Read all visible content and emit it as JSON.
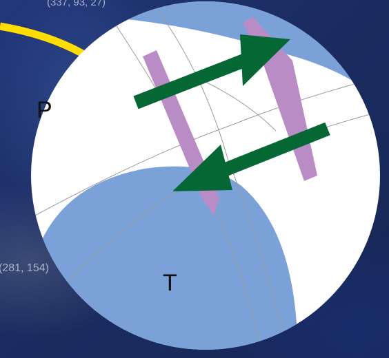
{
  "labels": {
    "plate_upper": "P",
    "plate_lower": "T",
    "coord_top": "(337, 93, 27)",
    "coord_left": "(281, 154)"
  },
  "colors": {
    "ocean": "#1b2d63",
    "sphere": "#ffffff",
    "plate_fill": "#7aa1d8",
    "stripe": "#b98cc6",
    "arrow": "#056734",
    "boundary_line": "#ffdd00",
    "gridline": "#999999"
  },
  "icons": {
    "upper_arrow": "arrow-up-right-icon",
    "lower_arrow": "arrow-down-left-icon"
  }
}
